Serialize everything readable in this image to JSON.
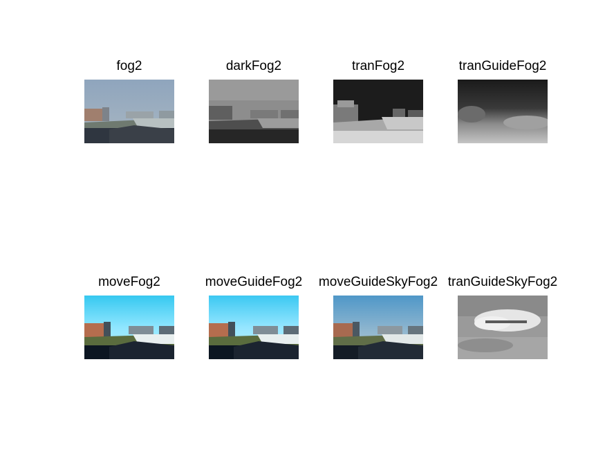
{
  "panels": [
    {
      "title": "fog2",
      "style": "fog"
    },
    {
      "title": "darkFog2",
      "style": "dark"
    },
    {
      "title": "tranFog2",
      "style": "tran"
    },
    {
      "title": "tranGuideFog2",
      "style": "tranGuide"
    },
    {
      "title": "moveFog2",
      "style": "move"
    },
    {
      "title": "moveGuideFog2",
      "style": "move"
    },
    {
      "title": "moveGuideSkyFog2",
      "style": "moveSky"
    },
    {
      "title": "tranGuideSkyFog2",
      "style": "tranGuideSky"
    }
  ]
}
